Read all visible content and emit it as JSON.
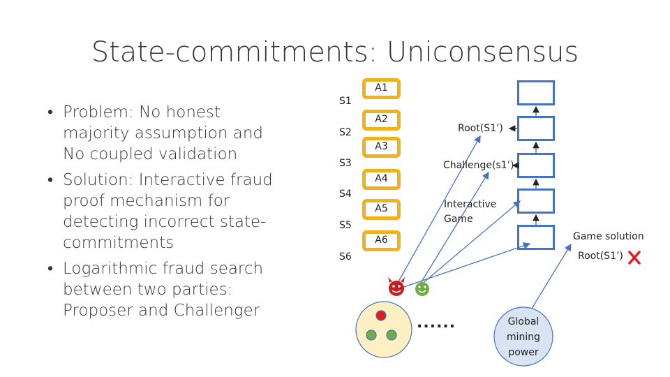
{
  "title": "State-commitments: Uniconsensus",
  "bullets": [
    "Problem: No honest majority assumption and No coupled validation",
    "Solution: Interactive fraud proof mechanism for detecting incorrect state-commitments",
    "Logarithmic fraud search between two parties: Proposer and Challenger"
  ],
  "bullet_glyph": "•",
  "states": [
    "S1",
    "S2",
    "S3",
    "S4",
    "S5",
    "S6"
  ],
  "actions": [
    "A1",
    "A2",
    "A3",
    "A4",
    "A5",
    "A6"
  ],
  "diagram_labels": {
    "root": "Root(S1’)",
    "challenge": "Challenge(s1’)",
    "interactive_game_line1": "Interactive",
    "interactive_game_line2": "Game",
    "game_solution": "Game solution",
    "root_result": "Root(S1’)",
    "dots": "......",
    "global_mining_power_line1": "Global",
    "global_mining_power_line2": "mining",
    "global_mining_power_line3": "power"
  },
  "colors": {
    "action_border": "#f0b11a",
    "chain_block": "#4472c4",
    "arrow": "#4472c4",
    "global_circle": "#dae3f3",
    "pool_fill": "#fdf0c3",
    "pool_border": "#4472c4",
    "red_node": "#e41b1b",
    "green_node": "#70ad47",
    "cross": "#e41b1b"
  },
  "icons": [
    "devil-face-icon",
    "smiley-face-icon",
    "red-cross-icon"
  ]
}
